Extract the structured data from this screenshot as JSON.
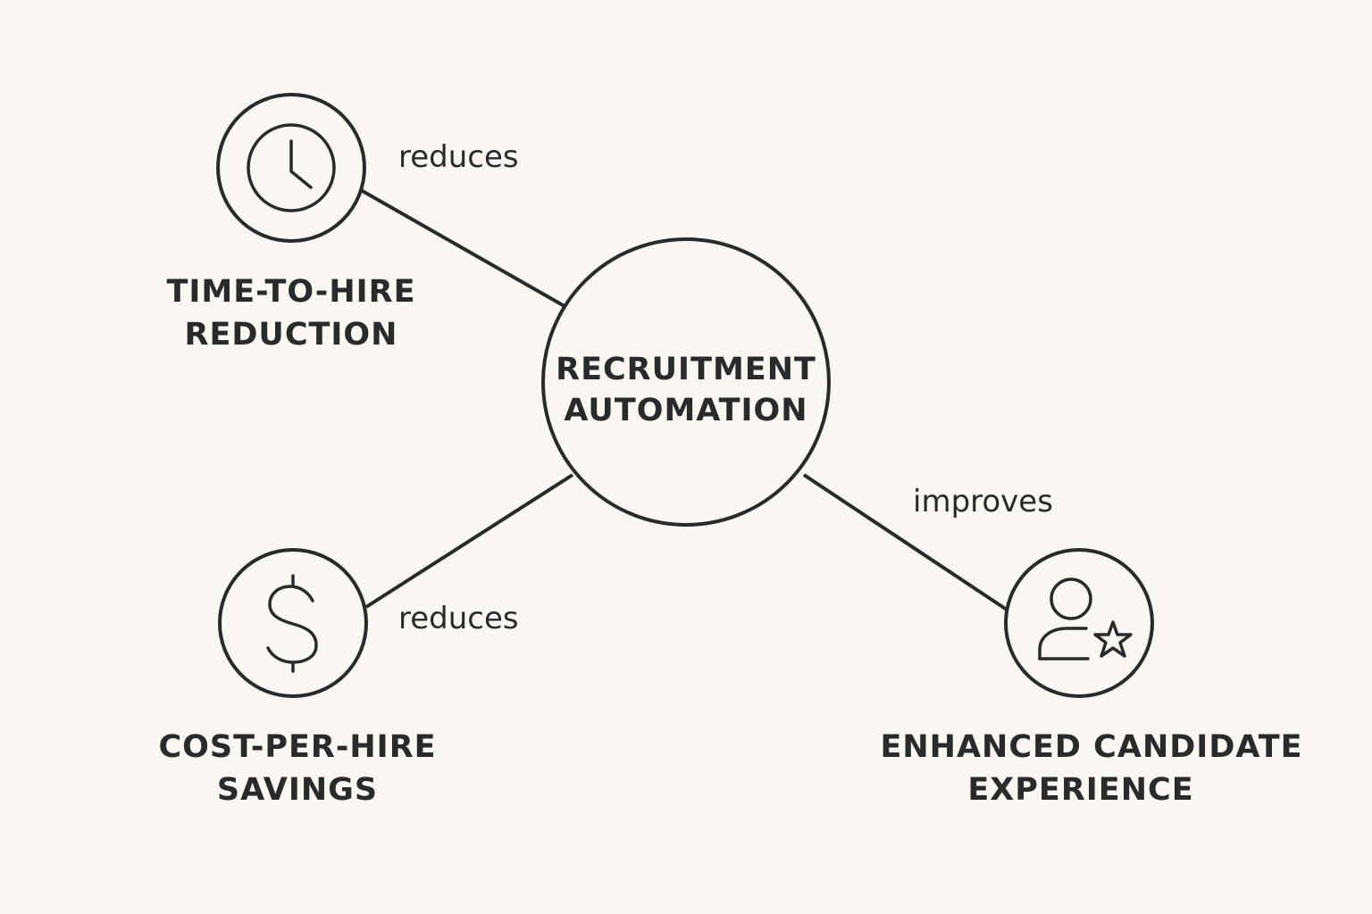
{
  "center": {
    "line1": "RECRUITMENT",
    "line2": "AUTOMATION"
  },
  "nodes": {
    "time": {
      "icon": "clock-icon",
      "line1": "TIME-TO-HIRE",
      "line2": "REDUCTION",
      "edge_label": "reduces"
    },
    "cost": {
      "icon": "dollar-icon",
      "line1": "COST-PER-HIRE",
      "line2": "SAVINGS",
      "edge_label": "reduces"
    },
    "candidate": {
      "icon": "user-star-icon",
      "line1": "ENHANCED CANDIDATE",
      "line2": "EXPERIENCE",
      "edge_label": "improves"
    }
  },
  "colors": {
    "background": "#faf7f2",
    "ink": "#2a2a2a"
  }
}
